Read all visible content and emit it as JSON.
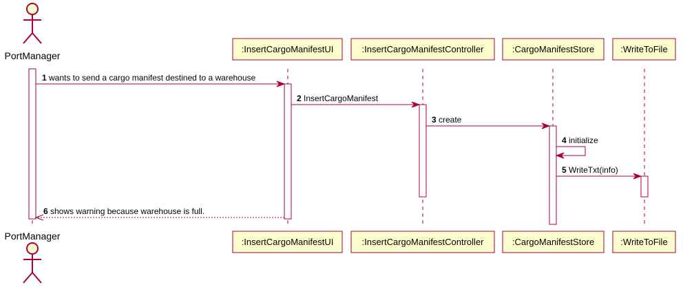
{
  "participants": [
    {
      "id": "pm",
      "label": "PortManager",
      "kind": "actor"
    },
    {
      "id": "ui",
      "label": ":InsertCargoManifestUI",
      "kind": "box"
    },
    {
      "id": "ctrl",
      "label": ":InsertCargoManifestController",
      "kind": "box"
    },
    {
      "id": "store",
      "label": ":CargoManifestStore",
      "kind": "box"
    },
    {
      "id": "wtf",
      "label": ":WriteToFile",
      "kind": "box"
    }
  ],
  "messages": [
    {
      "num": "1",
      "text": "wants to send a cargo manifest destined to a warehouse",
      "from": "pm",
      "to": "ui",
      "type": "sync"
    },
    {
      "num": "2",
      "text": "InsertCargoManifest",
      "from": "ui",
      "to": "ctrl",
      "type": "sync"
    },
    {
      "num": "3",
      "text": "create",
      "from": "ctrl",
      "to": "store",
      "type": "sync"
    },
    {
      "num": "4",
      "text": "initialize",
      "from": "store",
      "to": "store",
      "type": "self"
    },
    {
      "num": "5",
      "text": "WriteTxt(info)",
      "from": "store",
      "to": "wtf",
      "type": "sync"
    },
    {
      "num": "6",
      "text": "shows warning because warehouse is full.",
      "from": "ui",
      "to": "pm",
      "type": "return"
    }
  ]
}
